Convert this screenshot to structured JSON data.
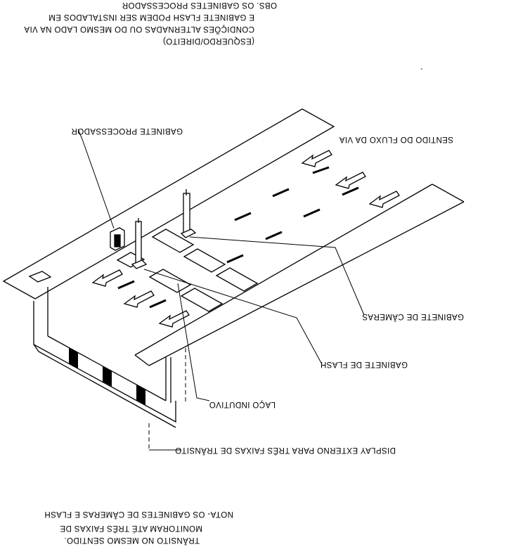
{
  "drawing": {
    "obs_text": {
      "line1": "(ESQUERDO/DIREITO)",
      "line2": "CONDIÇÕES ALTERNADAS OU DO MESMO LADO NA VIA",
      "line3": "E GABINETE FLASH PODEM SER INSTALADOS EM",
      "line4": "OBS. OS GABINETES  PROCESSADOR"
    },
    "labels": {
      "gabinete_processador": "GABINETE PROCESSADOR",
      "sentido_fluxo": "SENTIDO DO FLUXO DA VIA",
      "gabinete_cameras": "GABINETE DE CÂMERAS",
      "gabinete_flash": "GABINETE DE FLASH",
      "laco_indutivo": "LAÇO INDUTIVO",
      "display_externo": "DISPLAY EXTERNO PARA TRÊS FAIXAS DE TRÂNSITO"
    },
    "nota_text": {
      "line1": "TRÂNSITO NO MESMO SENTIDO.",
      "line2": "MONITORAM ATÉ TRÊS FAIXAS DE",
      "line3": "NOTA- OS GABINETES DE CÂMERAS E FLASH"
    },
    "colors": {
      "ink": "#000000",
      "paper": "#ffffff"
    }
  }
}
